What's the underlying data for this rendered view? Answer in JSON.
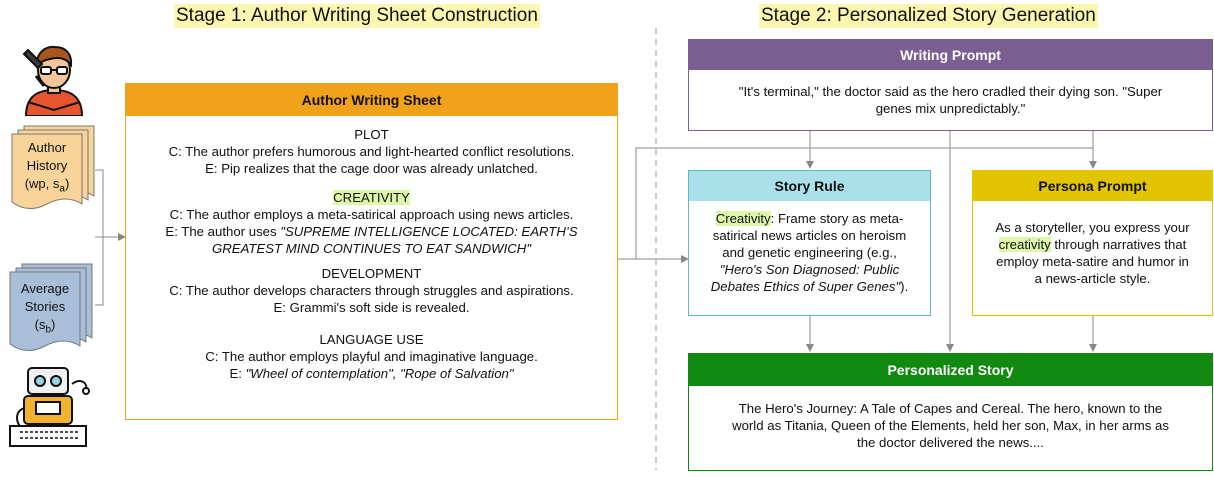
{
  "stage1_title": "Stage 1: Author Writing Sheet Construction",
  "stage2_title": "Stage 2: Personalized Story Generation",
  "author_history": {
    "line1": "Author",
    "line2": "History",
    "line3_prefix": "(wp, s",
    "line3_sub": "a",
    "line3_suffix": ")"
  },
  "average_stories": {
    "line1": "Average",
    "line2": "Stories",
    "line3_prefix": "(s",
    "line3_sub": "b",
    "line3_suffix": ")"
  },
  "sheet": {
    "title": "Author Writing Sheet",
    "plot": {
      "heading": "PLOT",
      "c": "C: The author prefers humorous and light-hearted conflict resolutions.",
      "e": "E: Pip realizes that the cage door was already unlatched."
    },
    "creativity": {
      "heading": "CREATIVITY",
      "c": "C: The author employs a meta-satirical approach using news articles.",
      "e_prefix": "E: The author uses ",
      "e_italic_1": "\"SUPREME INTELLIGENCE LOCATED: EARTH’S",
      "e_italic_2": "GREATEST MIND CONTINUES TO EAT SANDWICH\""
    },
    "development": {
      "heading": "DEVELOPMENT",
      "c": "C: The author develops characters through struggles and aspirations.",
      "e": "E: Grammi's soft side is revealed."
    },
    "language": {
      "heading": "LANGUAGE USE",
      "c": "C: The author employs playful and imaginative language.",
      "e_prefix": "E: ",
      "e_italic": "\"Wheel of contemplation\", \"Rope of Salvation\""
    }
  },
  "writing_prompt": {
    "title": "Writing Prompt",
    "line1": "\"It's terminal,\" the doctor said as the hero cradled their dying son. \"Super",
    "line2": "genes mix unpredictably.\""
  },
  "story_rule": {
    "title": "Story Rule",
    "highlight": "Creativity",
    "l1_rest": ": Frame story as meta-",
    "l2": "satirical news articles on heroism",
    "l3": "and genetic engineering (e.g.,",
    "l4_italic": "\"Hero's Son Diagnosed: Public",
    "l5_italic": "Debates Ethics of Super Genes\"",
    "l5_rest": ")."
  },
  "persona_prompt": {
    "title": "Persona Prompt",
    "l1": "As a storyteller, you express your",
    "l2_highlight": "creativity",
    "l2_rest": " through narratives that",
    "l3": "employ meta-satire and humor in",
    "l4": "a news-article style."
  },
  "personalized_story": {
    "title": "Personalized Story",
    "l1": "The Hero's Journey: A Tale of Capes and Cereal. The hero, known to the",
    "l2": "world as Titania, Queen of the Elements, held her son, Max, in her arms as",
    "l3": "the doctor delivered the news...."
  },
  "colors": {
    "sheet_header": "#f0a21a",
    "writing_prompt_header": "#7b5e92",
    "story_rule_header": "#a9e0e9",
    "persona_header": "#e3c400",
    "personalized_header": "#128a12",
    "highlight": "#dff7a9",
    "stage_title_bg": "#fbf7b0",
    "document_fill": "#f8d39a",
    "average_fill": "#a9bfd9"
  }
}
